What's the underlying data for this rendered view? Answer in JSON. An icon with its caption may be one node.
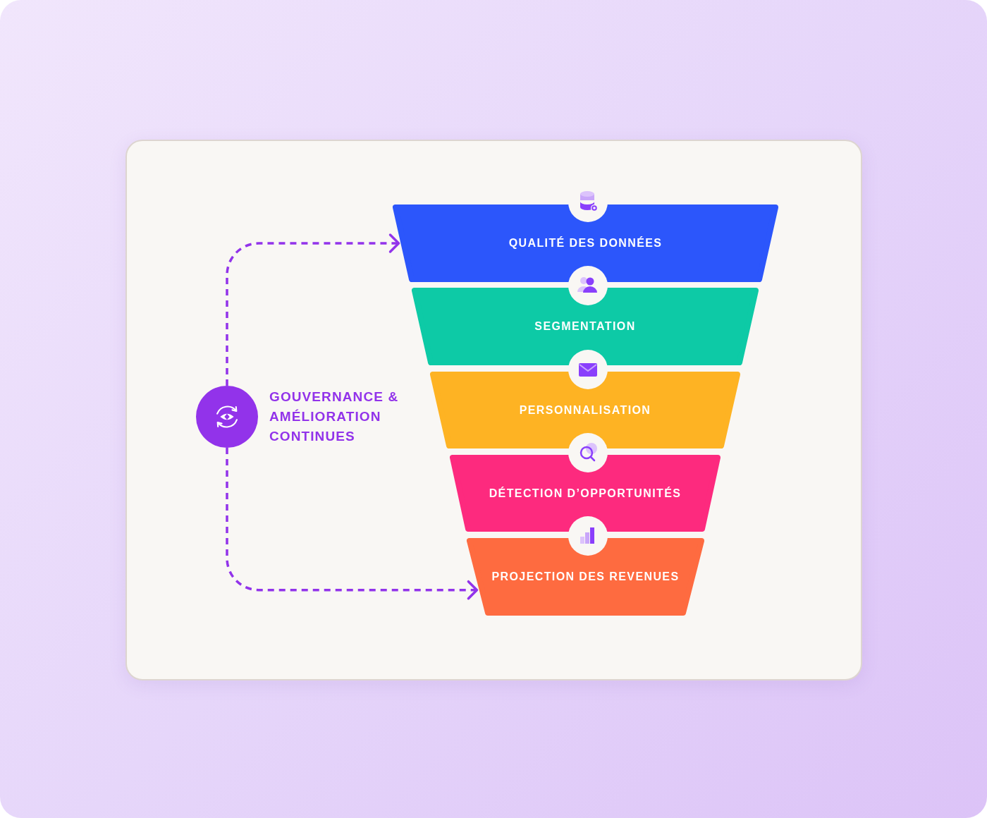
{
  "diagram": {
    "nodes": [
      {
        "text": [
          "GOUVERNANCE & AMÉLIORATION CONTINUES"
        ]
      },
      {
        "text": [
          "QUALITÉ DES DONNÉES"
        ]
      },
      {
        "text": [
          "SEGMENTATION"
        ]
      },
      {
        "text": [
          "PERSONNALISATION"
        ]
      },
      {
        "text": [
          "DÉTECTION D’OPPORTUNITÉS"
        ]
      },
      {
        "text": [
          "PROJECTION DES REVENUES"
        ]
      }
    ],
    "edges": [
      {
        "from": 0,
        "to": 1,
        "arrow": "to",
        "style": "dashed"
      },
      {
        "from": 0,
        "to": 5,
        "arrow": "to",
        "style": "dashed"
      }
    ]
  }
}
